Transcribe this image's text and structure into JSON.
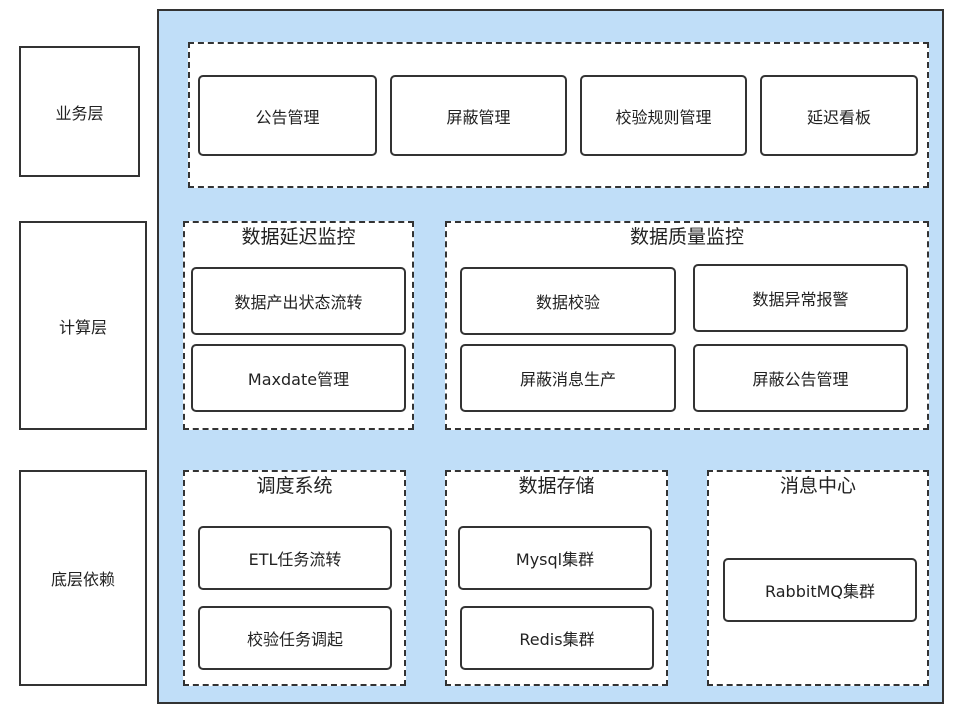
{
  "layers": {
    "business": "业务层",
    "compute": "计算层",
    "foundation": "底层依赖"
  },
  "business_modules": {
    "notice": "公告管理",
    "shield": "屏蔽管理",
    "rules": "校验规则管理",
    "delay_board": "延迟看板"
  },
  "delay_monitor": {
    "title": "数据延迟监控",
    "items": [
      "数据产出状态流转",
      "Maxdate管理"
    ]
  },
  "quality_monitor": {
    "title": "数据质量监控",
    "items": [
      "数据校验",
      "数据异常报警",
      "屏蔽消息生产",
      "屏蔽公告管理"
    ]
  },
  "scheduler": {
    "title": "调度系统",
    "items": [
      "ETL任务流转",
      "校验任务调起"
    ]
  },
  "storage": {
    "title": "数据存储",
    "items": [
      "Mysql集群",
      "Redis集群"
    ]
  },
  "message_center": {
    "title": "消息中心",
    "items": [
      "RabbitMQ集群"
    ]
  },
  "colors": {
    "panel_fill": "#c0def8",
    "border": "#333333"
  }
}
